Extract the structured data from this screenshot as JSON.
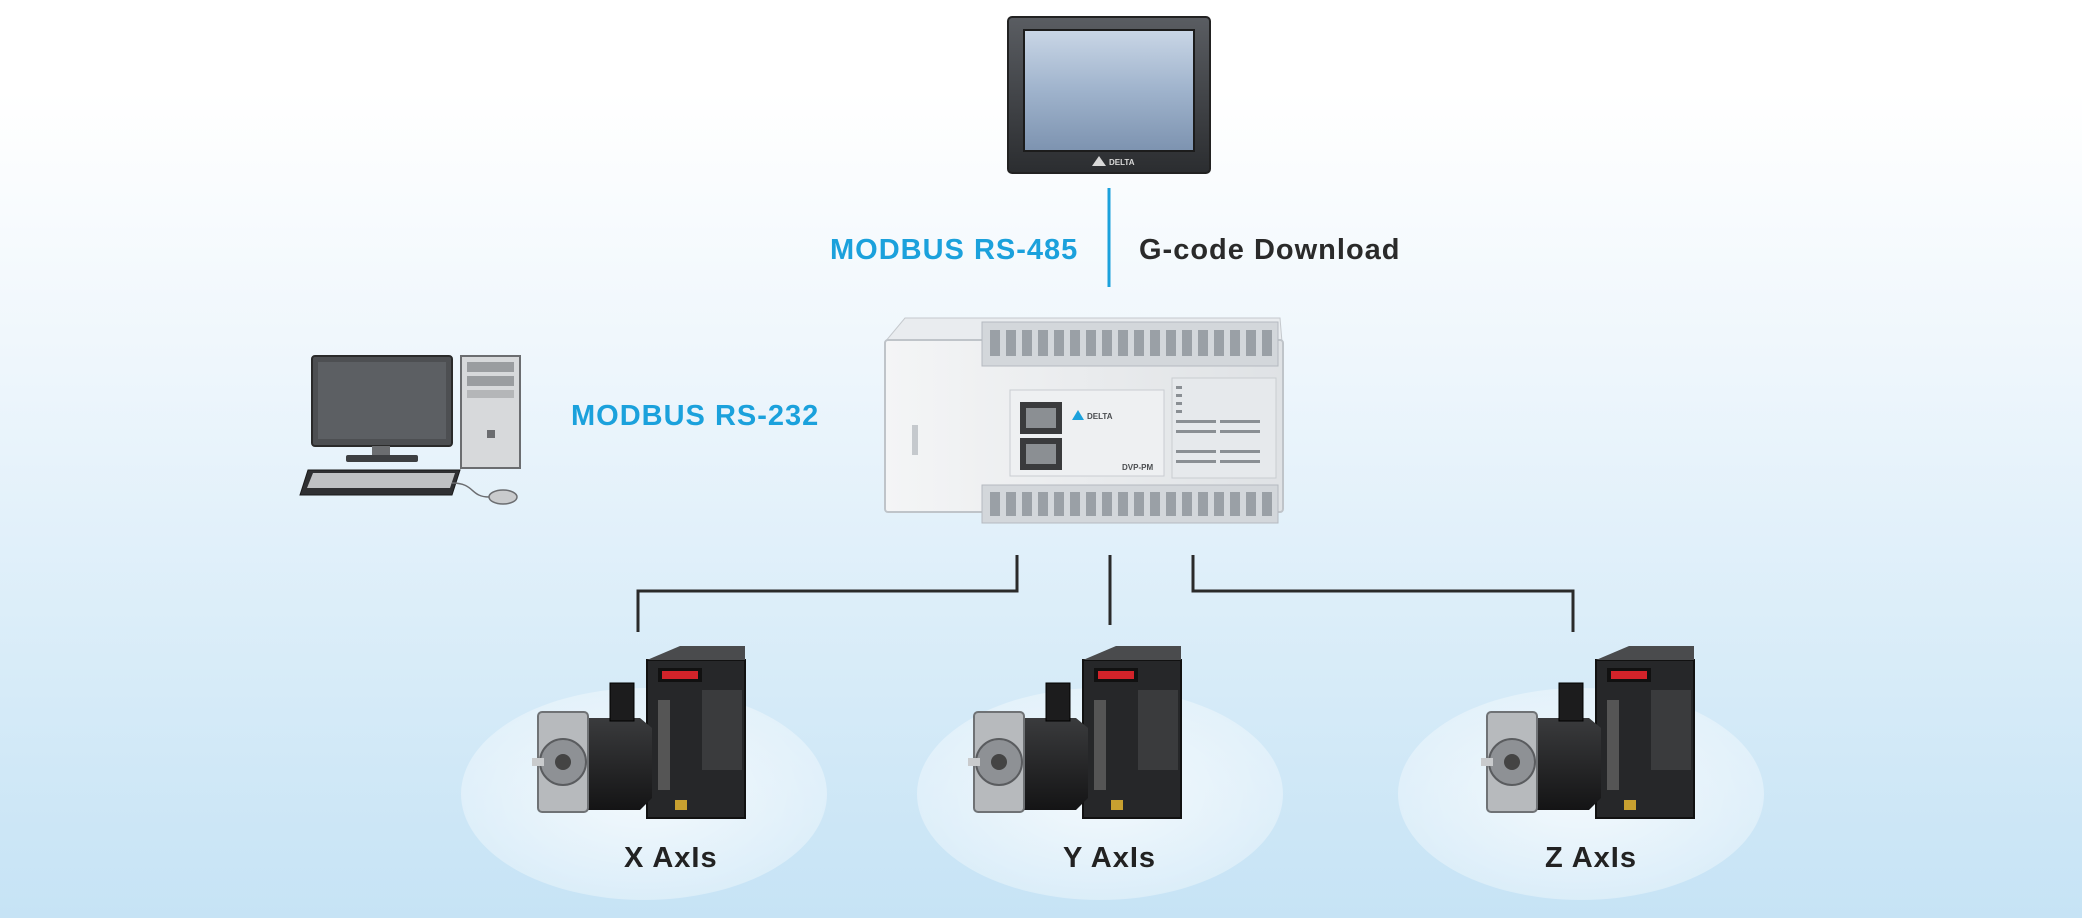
{
  "labels": {
    "rs485": "MODBUS RS-485",
    "gcode": "G-code Download",
    "rs232": "MODBUS RS-232"
  },
  "hmi": {
    "brand": "DELTA"
  },
  "plc": {
    "brand": "DELTA",
    "model": "DVP-PM"
  },
  "axes": [
    {
      "label": "X AxIs"
    },
    {
      "label": "Y AxIs"
    },
    {
      "label": "Z AxIs"
    }
  ],
  "colors": {
    "accent": "#1ba1dc",
    "line": "#2a2a2a"
  }
}
